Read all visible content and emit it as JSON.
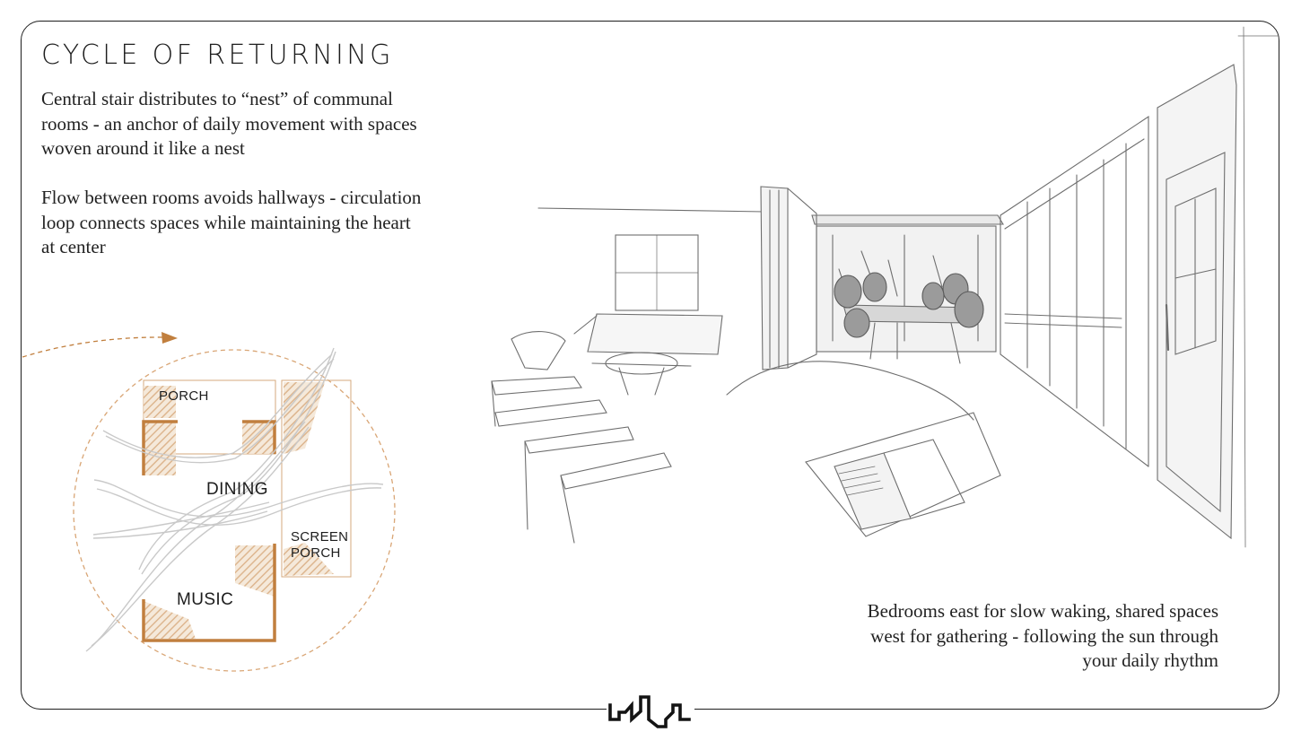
{
  "page": {
    "title": "CYCLE OF RETURNING",
    "paragraphs": {
      "p1": "Central stair distributes to “nest” of communal rooms - an anchor of daily movement with spaces woven around it like a nest",
      "p2": "Flow between rooms avoids hallways - circulation loop connects spaces while maintaining the heart at center",
      "p3": "Bedrooms east for slow waking, shared spaces west for gathering - following the sun through your daily rhythm"
    }
  },
  "diagram": {
    "rooms": {
      "porch": "PORCH",
      "dining": "DINING",
      "screen_porch_line1": "SCREEN",
      "screen_porch_line2": "PORCH",
      "music": "MUSIC"
    },
    "accent_color": "#c17f3e"
  },
  "sketch": {
    "content": "interior perspective sketch"
  },
  "logo": {
    "icon": "skyline-logo-icon"
  }
}
